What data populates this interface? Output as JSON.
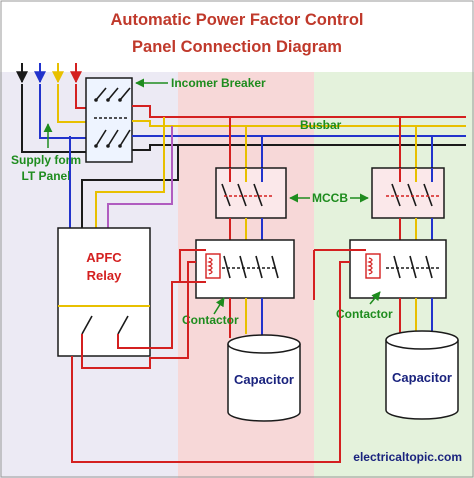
{
  "title": {
    "line1": "Automatic Power Factor Control",
    "line2": "Panel Connection Diagram"
  },
  "labels": {
    "incomer_breaker": "Incomer Breaker",
    "busbar": "Busbar",
    "supply_line1": "Supply form",
    "supply_line2": "LT Panel",
    "mccb": "MCCB",
    "apfc_line1": "APFC",
    "apfc_line2": "Relay",
    "contactor_1": "Contactor",
    "contactor_2": "Contactor",
    "capacitor_1": "Capacitor",
    "capacitor_2": "Capacitor",
    "watermark": "electricaltopic.com"
  },
  "colors": {
    "title": "#c0392b",
    "label_green": "#1e8c1e",
    "phase_black": "#1a1a1a",
    "phase_blue": "#2233cc",
    "phase_yellow": "#e8c000",
    "phase_red": "#d42020",
    "phase_purple": "#b05cc0",
    "zone_panel": "#eceaf4",
    "zone_red": "#f7d8d8",
    "zone_green": "#e4f2dc",
    "apfc_text": "#d42020",
    "capacitor_text": "#1a237e"
  },
  "icons": [
    "switch-icon",
    "coil-icon",
    "capacitor-icon",
    "arrow-icon"
  ]
}
